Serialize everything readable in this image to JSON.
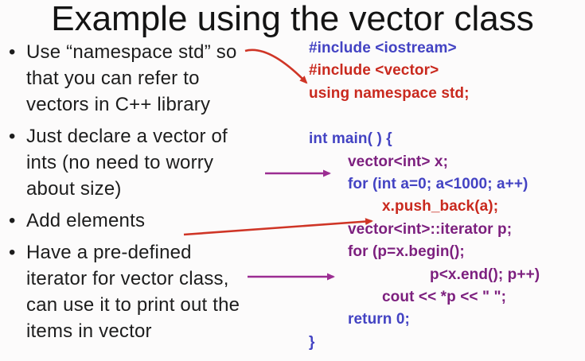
{
  "colors": {
    "background": "#fcfbfb",
    "text": "#1d1d1d",
    "code_blue": "#4343c3",
    "code_red": "#c9291e",
    "code_purple": "#7c1f7e",
    "arrow_red": "#cf3526",
    "arrow_purple": "#9b2d92"
  },
  "slide": {
    "title": "Example using the vector class",
    "bullets": [
      {
        "text": "Use “namespace std” so\nthat you can refer to\nvectors in C++ library"
      },
      {
        "text": "Just declare a vector of\nints (no need to worry\nabout size)"
      },
      {
        "text": "Add elements"
      },
      {
        "text": "Have a pre-defined\niterator for vector class,\ncan use it to print out the\nitems in vector"
      }
    ]
  },
  "code": {
    "lines": [
      {
        "text": "#include <iostream>",
        "color": "blue"
      },
      {
        "text": "#include <vector>",
        "color": "red"
      },
      {
        "text": "using namespace std;",
        "color": "red"
      },
      {
        "text": "int main( ) {",
        "color": "blue"
      },
      {
        "text": "vector<int> x;",
        "color": "purple"
      },
      {
        "text": "for (int a=0; a<1000; a++)",
        "color": "blue"
      },
      {
        "text": "x.push_back(a);",
        "color": "red"
      },
      {
        "text": "vector<int>::iterator p;",
        "color": "purple"
      },
      {
        "text": "for (p=x.begin();",
        "color": "purple"
      },
      {
        "text": "p<x.end(); p++)",
        "color": "purple"
      },
      {
        "text": "cout << *p << \" \";",
        "color": "purple"
      },
      {
        "text": "return 0;",
        "color": "blue"
      },
      {
        "text": "}",
        "color": "blue"
      }
    ]
  }
}
